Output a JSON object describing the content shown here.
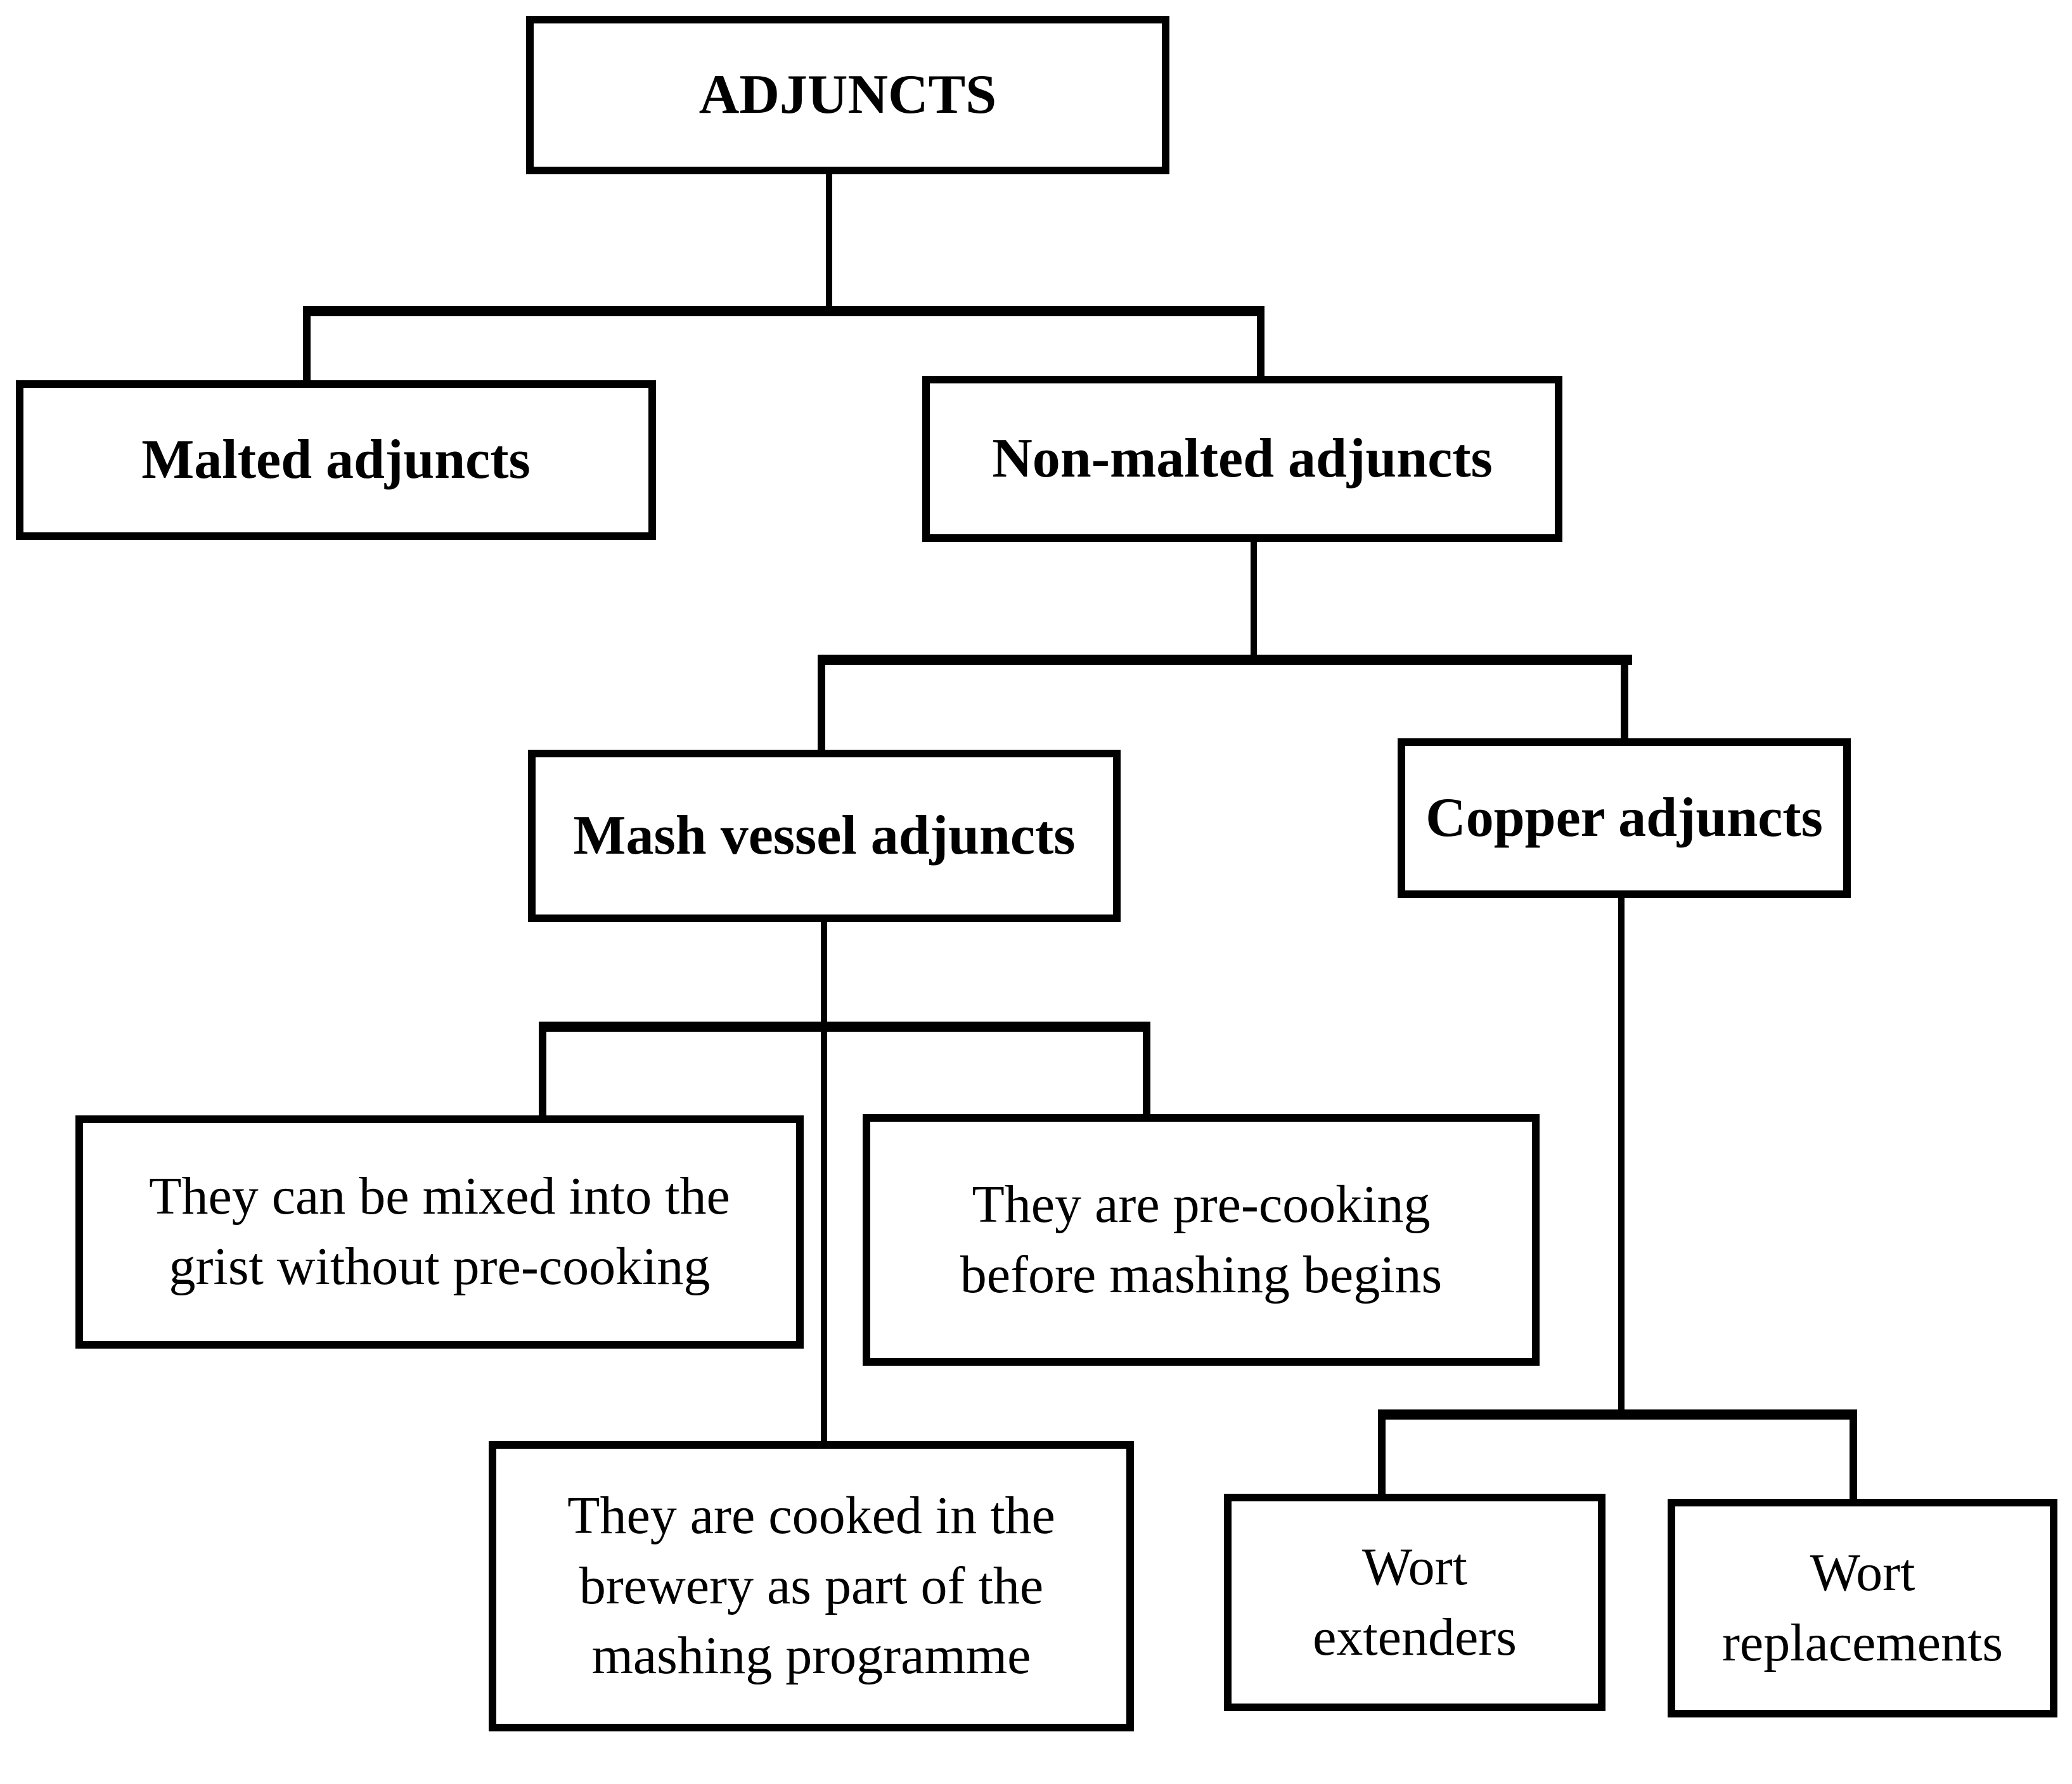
{
  "diagram_title": "ADJUNCTS",
  "colors": {
    "line": "#000000",
    "text": "#000000",
    "box_fill": "#ffffff",
    "background": "#ffffff"
  },
  "nodes": {
    "adjuncts": {
      "label": "ADJUNCTS",
      "style": "bold"
    },
    "malted": {
      "label": "Malted adjuncts",
      "style": "bold"
    },
    "nonmalted": {
      "label": "Non-malted adjuncts",
      "style": "bold"
    },
    "mash_vessel": {
      "label": "Mash vessel adjuncts",
      "style": "bold"
    },
    "copper": {
      "label": "Copper adjuncts",
      "style": "bold"
    },
    "mixed_no_precook": {
      "label": "They can be mixed into the\ngrist without pre-cooking",
      "style": "regular"
    },
    "precook_before_mash": {
      "label": "They are pre-cooking\nbefore mashing begins",
      "style": "regular"
    },
    "cooked_in_brewery": {
      "label": "They are cooked in the\nbrewery as part of the\nmashing programme",
      "style": "regular"
    },
    "wort_extenders": {
      "label": "Wort\nextenders",
      "style": "regular"
    },
    "wort_replacements": {
      "label": "Wort\nreplacements",
      "style": "regular"
    }
  },
  "edges": [
    {
      "from": "ADJUNCTS",
      "to": "Malted adjuncts"
    },
    {
      "from": "ADJUNCTS",
      "to": "Non-malted adjuncts"
    },
    {
      "from": "Non-malted adjuncts",
      "to": "Mash vessel adjuncts"
    },
    {
      "from": "Non-malted adjuncts",
      "to": "Copper adjuncts"
    },
    {
      "from": "Mash vessel adjuncts",
      "to": "They can be mixed into the grist without pre-cooking"
    },
    {
      "from": "Mash vessel adjuncts",
      "to": "They are pre-cooking before mashing begins"
    },
    {
      "from": "Mash vessel adjuncts",
      "to": "They are cooked in the brewery as part of the mashing programme"
    },
    {
      "from": "Copper adjuncts",
      "to": "Wort extenders"
    },
    {
      "from": "Copper adjuncts",
      "to": "Wort replacements"
    }
  ]
}
